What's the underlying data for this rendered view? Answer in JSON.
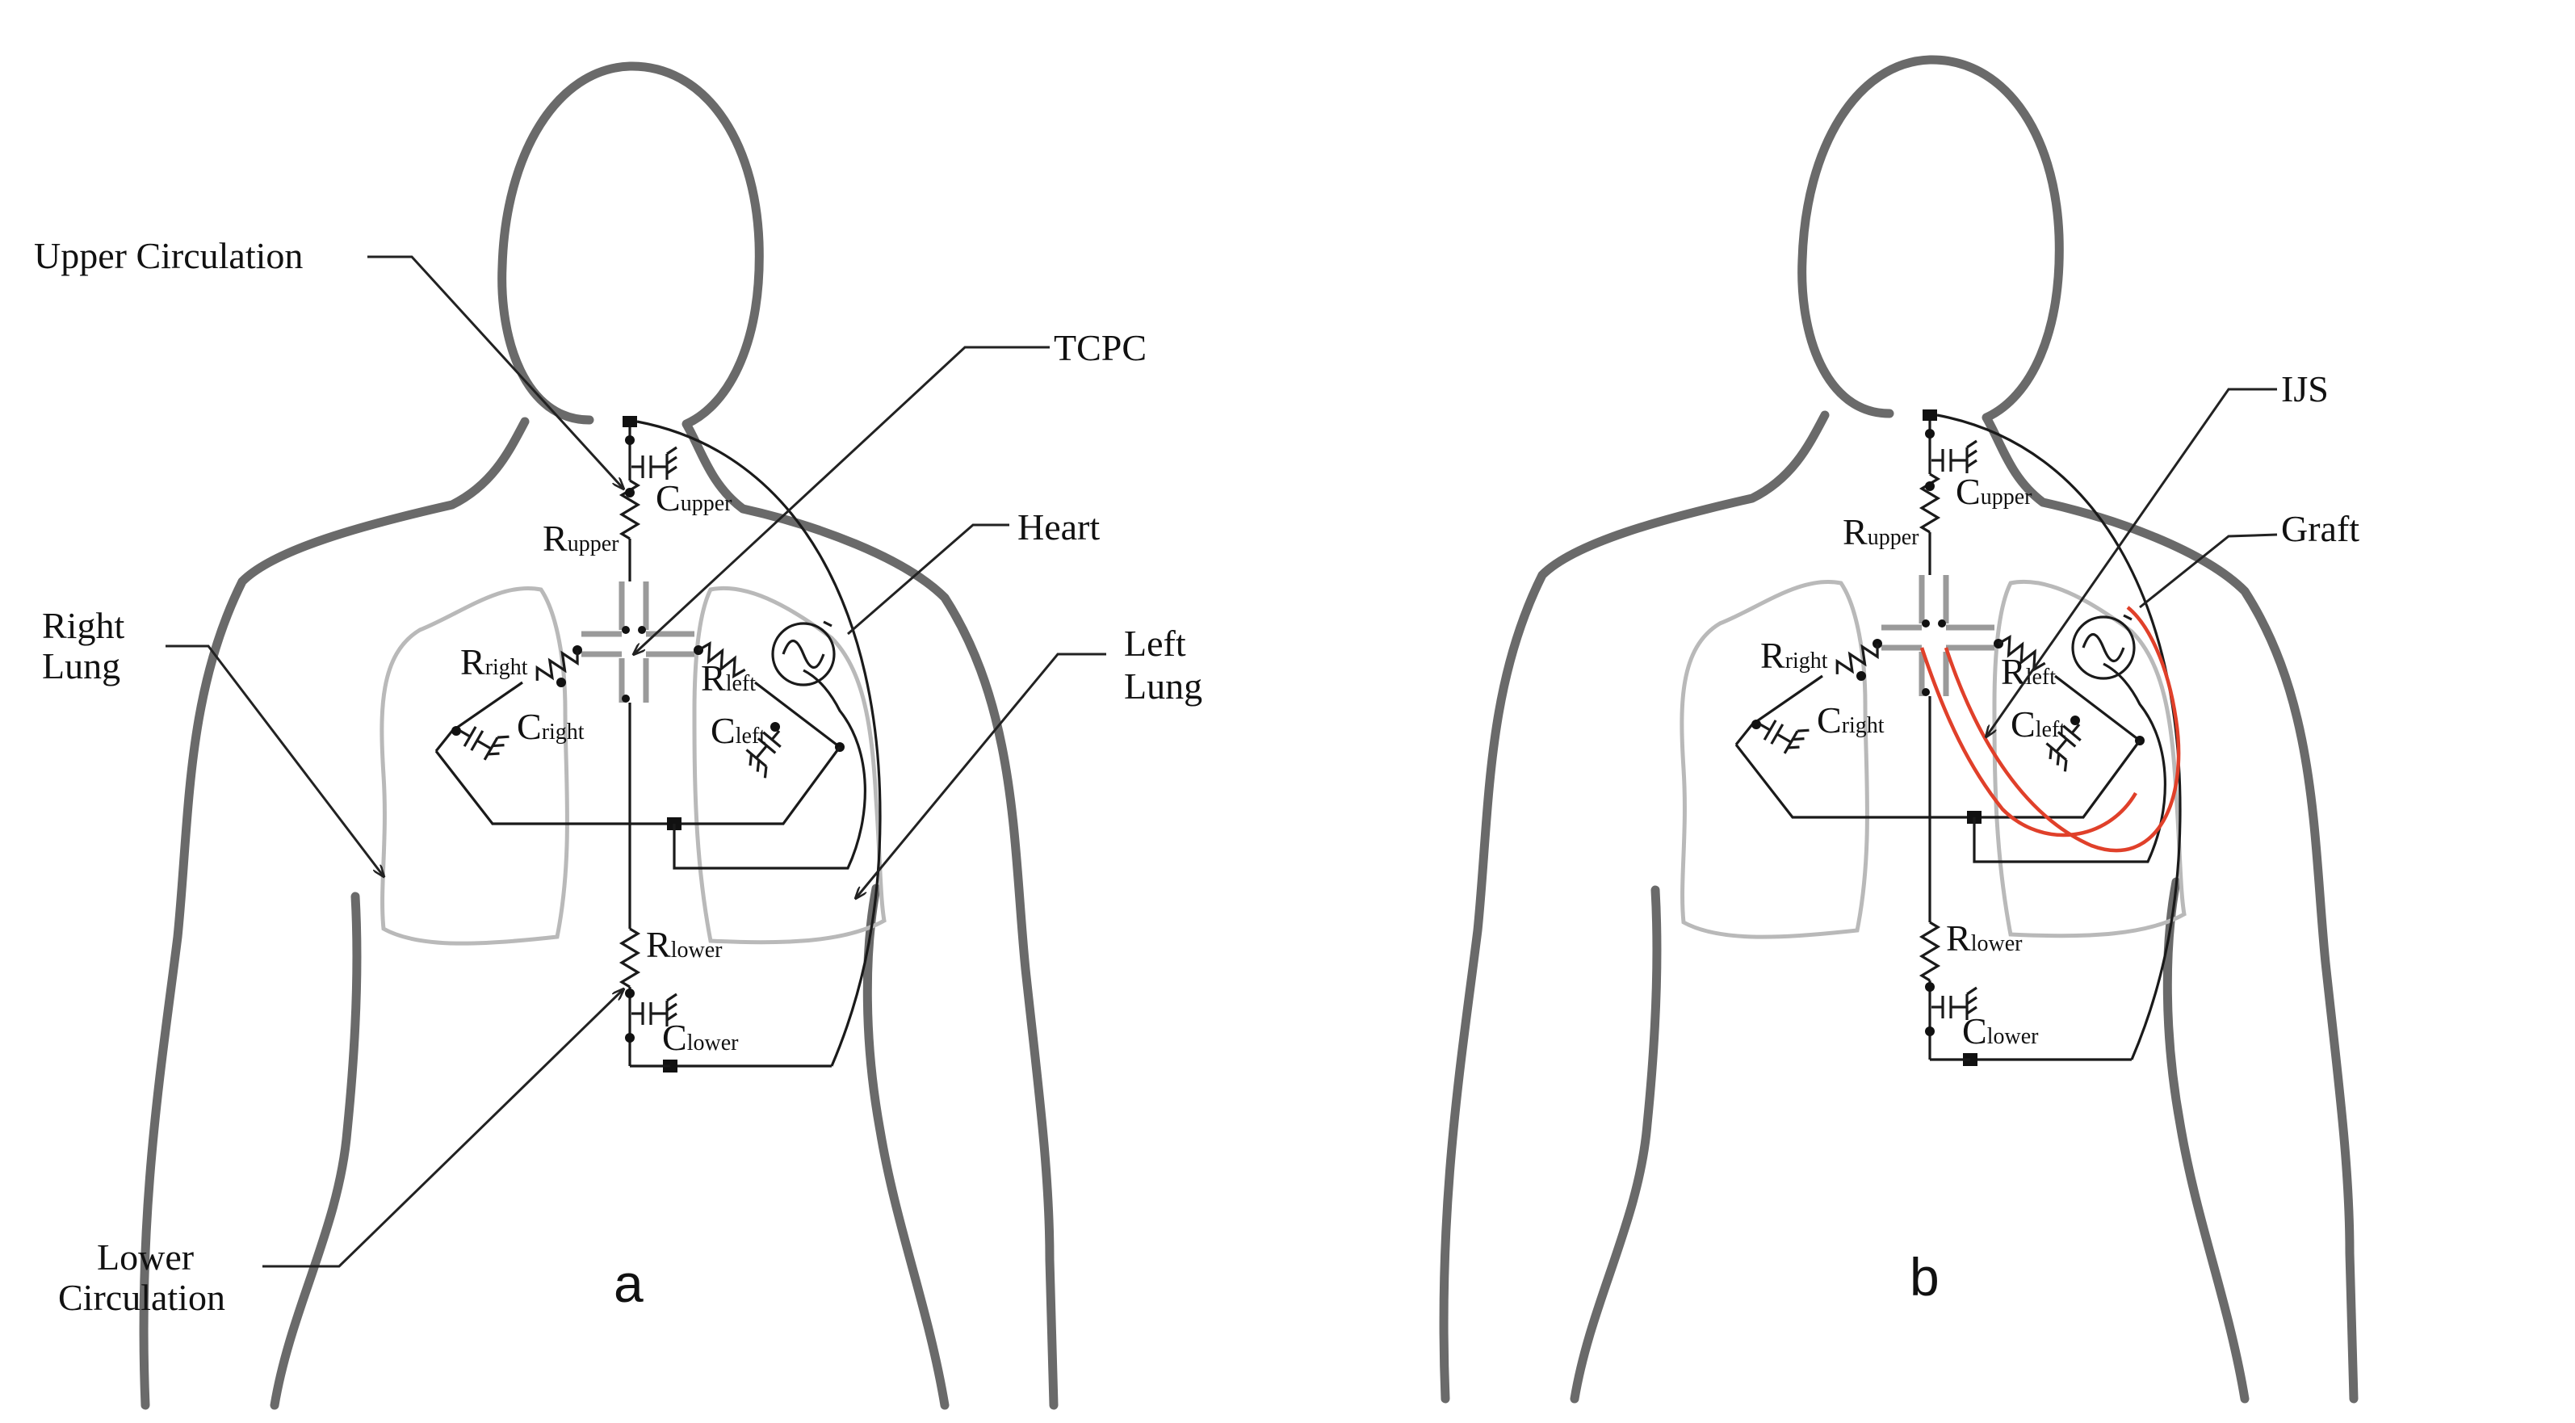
{
  "panels": {
    "a": {
      "letter": "a",
      "labels": {
        "upper_circulation": "Upper Circulation",
        "tcpc": "TCPC",
        "heart": "Heart",
        "right_lung_1": "Right",
        "right_lung_2": "Lung",
        "left_lung_1": "Left",
        "left_lung_2": "Lung",
        "lower_circulation_1": "Lower",
        "lower_circulation_2": "Circulation"
      },
      "components": {
        "c_upper": "upper",
        "r_upper": "upper",
        "r_right": "right",
        "c_right": "right",
        "r_left": "left",
        "c_left": "left",
        "r_lower": "lower",
        "c_lower": "lower"
      }
    },
    "b": {
      "letter": "b",
      "labels": {
        "ijs": "IJS",
        "graft": "Graft"
      },
      "components": {
        "c_upper": "upper",
        "r_upper": "upper",
        "r_right": "right",
        "c_right": "right",
        "r_left": "left",
        "c_left": "left",
        "r_lower": "lower",
        "c_lower": "lower"
      }
    }
  },
  "symbols": {
    "resistor": "R",
    "capacitor": "C"
  },
  "colors": {
    "body_outline": "#6a6a6a",
    "lung_outline": "#b9b9b9",
    "circuit": "#1a1a1a",
    "graft": "#e0402a"
  }
}
